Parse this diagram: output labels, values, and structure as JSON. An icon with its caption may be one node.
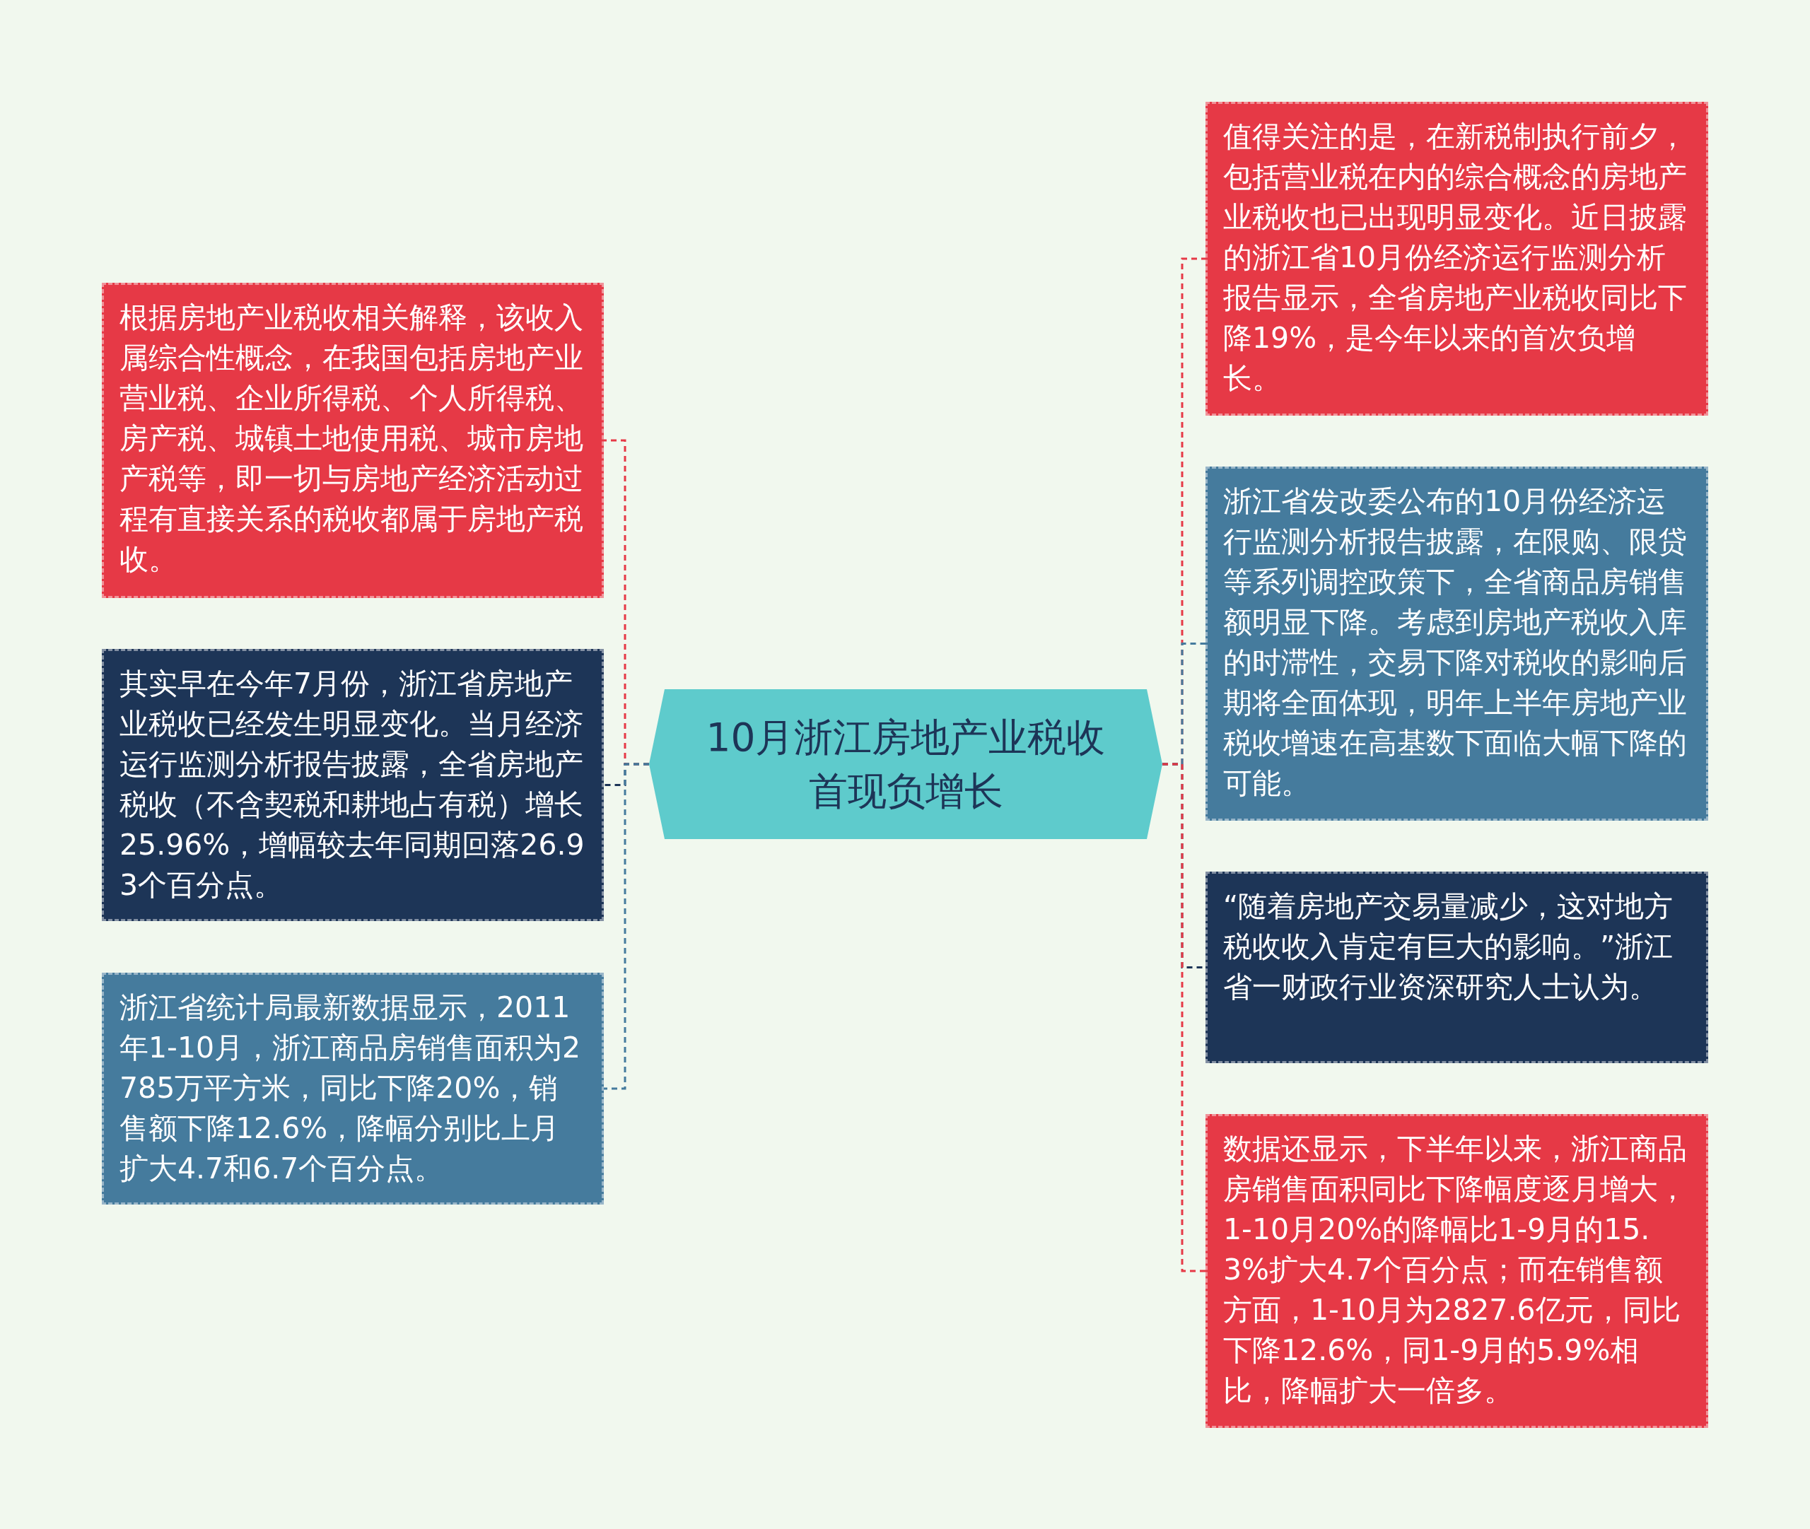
{
  "diagram": {
    "nodes": [
      {
        "text": [
          "10月浙江房地产业税收首现负增长"
        ]
      },
      {
        "text": [
          "根据房地产业税收相关解释，该收入属综合性概念，在我国包括房地产业营业税、企业所得税、个人所得税、房产税、城镇土地使用税、城市房地产税等，即一切与房地产经济活动过程有直接关系的税收都属于房地产税收。"
        ]
      },
      {
        "text": [
          "其实早在今年7月份，浙江省房地产业税收已经发生明显变化。当月经济运行监测分析报告披露，全省房地产税收（不含契税和耕地占有税）增长25.96%，增幅较去年同期回落26.93个百分点。"
        ]
      },
      {
        "text": [
          "浙江省统计局最新数据显示，2011年1-10月，浙江商品房销售面积为2785万平方米，同比下降20%，销售额下降12.6%，降幅分别比上月扩大4.7和6.7个百分点。"
        ]
      },
      {
        "text": [
          "值得关注的是，在新税制执行前夕，包括营业税在内的综合概念的房地产业税收也已出现明显变化。近日披露的浙江省10月份经济运行监测分析报告显示，全省房地产业税收同比下降19%，是今年以来的首次负增长。"
        ]
      },
      {
        "text": [
          "浙江省发改委公布的10月份经济运行监测分析报告披露，在限购、限贷等系列调控政策下，全省商品房销售额明显下降。考虑到房地产税收入库的时滞性，交易下降对税收的影响后期将全面体现，明年上半年房地产业税收增速在高基数下面临大幅下降的可能。"
        ]
      },
      {
        "text": [
          "“随着房地产交易量减少，这对地方税收收入肯定有巨大的影响。”浙江省一财政行业资深研究人士认为。"
        ]
      },
      {
        "text": [
          "数据还显示，下半年以来，浙江商品房销售面积同比下降幅度逐月增大，1-10月20%的降幅比1-9月的15.3%扩大4.7个百分点；而在销售额方面，1-10月为2827.6亿元，同比下降12.6%，同1-9月的5.9%相比，降幅扩大一倍多。"
        ]
      }
    ],
    "edges": [
      {
        "from": 0,
        "to": 1,
        "arrow": "none",
        "style": "dashed",
        "color": "#e63946"
      },
      {
        "from": 0,
        "to": 2,
        "arrow": "none",
        "style": "dashed",
        "color": "#1d3557"
      },
      {
        "from": 0,
        "to": 3,
        "arrow": "none",
        "style": "dashed",
        "color": "#457b9d"
      },
      {
        "from": 0,
        "to": 4,
        "arrow": "none",
        "style": "dashed",
        "color": "#e63946"
      },
      {
        "from": 0,
        "to": 5,
        "arrow": "none",
        "style": "dashed",
        "color": "#457b9d"
      },
      {
        "from": 0,
        "to": 6,
        "arrow": "none",
        "style": "dashed",
        "color": "#1d3557"
      },
      {
        "from": 0,
        "to": 7,
        "arrow": "none",
        "style": "dashed",
        "color": "#e63946"
      }
    ]
  }
}
